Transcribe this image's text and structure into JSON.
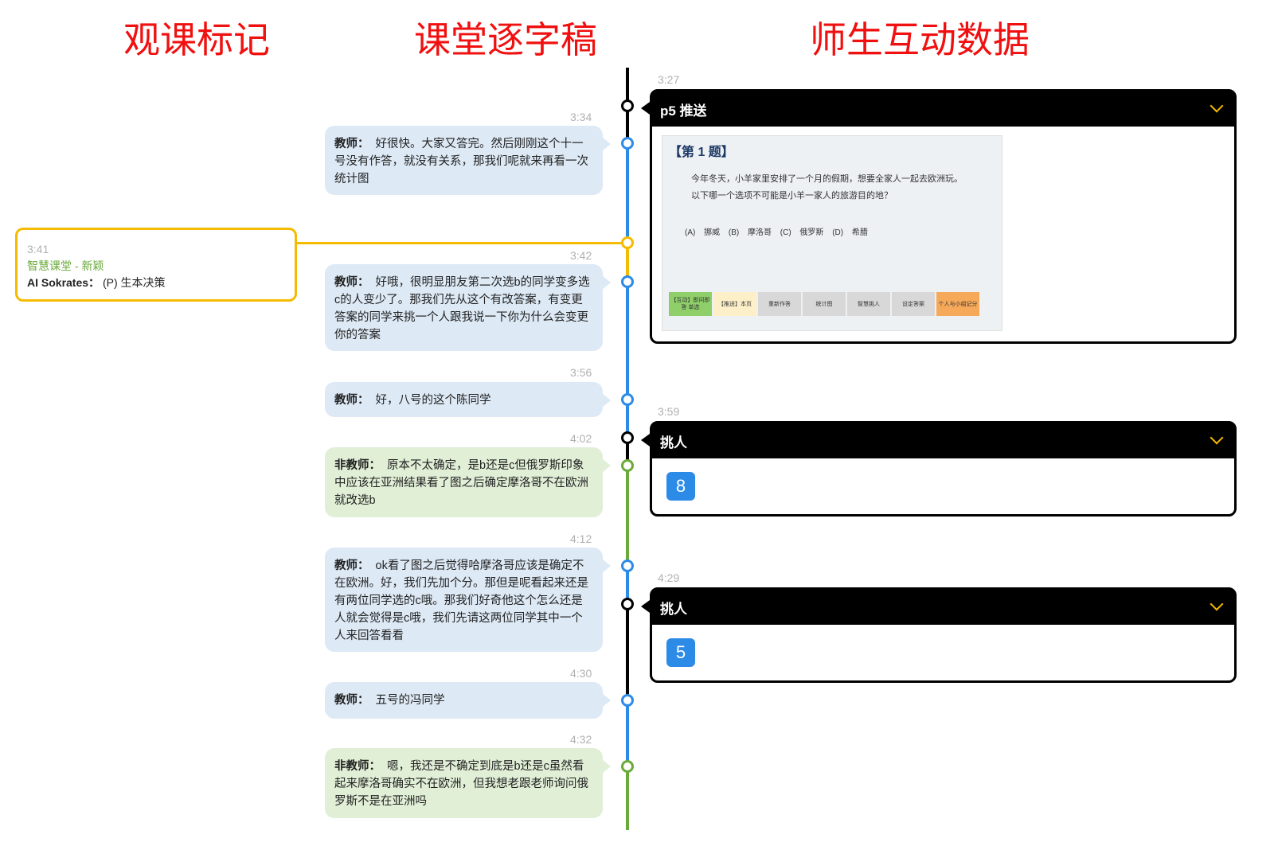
{
  "headers": {
    "marks": "观课标记",
    "transcript": "课堂逐字稿",
    "interaction": "师生互动数据"
  },
  "colors": {
    "teacher": "#2d8be8",
    "student": "#6aaa3a",
    "event": "#000000",
    "note": "#f5bb00",
    "header": "#f01010"
  },
  "note": {
    "time": "3:41",
    "source": "智慧课堂 - 新颖",
    "author": "AI Sokrates：",
    "text": "(P) 生本决策"
  },
  "transcript": [
    {
      "time": "3:34",
      "speaker": "教师：",
      "text": "好很快。大家又答完。然后刚刚这个十一号没有作答，就没有关系，那我们呢就来再看一次统计图",
      "role": "teacher"
    },
    {
      "time": "3:42",
      "speaker": "教师：",
      "text": "好哦，很明显朋友第二次选b的同学变多选c的人变少了。那我们先从这个有改答案，有变更答案的同学来挑一个人跟我说一下你为什么会变更你的答案",
      "role": "teacher"
    },
    {
      "time": "3:56",
      "speaker": "教师：",
      "text": "好，八号的这个陈同学",
      "role": "teacher"
    },
    {
      "time": "4:02",
      "speaker": "非教师：",
      "text": "原本不太确定，是b还是c但俄罗斯印象中应该在亚洲结果看了图之后确定摩洛哥不在欧洲就改选b",
      "role": "student"
    },
    {
      "time": "4:12",
      "speaker": "教师：",
      "text": "ok看了图之后觉得哈摩洛哥应该是确定不在欧洲。好，我们先加个分。那但是呢看起来还是有两位同学选的c哦。那我们好奇他这个怎么还是人就会觉得是c哦，我们先请这两位同学其中一个人来回答看看",
      "role": "teacher"
    },
    {
      "time": "4:30",
      "speaker": "教师：",
      "text": "五号的冯同学",
      "role": "teacher"
    },
    {
      "time": "4:32",
      "speaker": "非教师：",
      "text": "嗯，我还是不确定到底是b还是c虽然看起来摩洛哥确实不在欧洲，但我想老跟老师询问俄罗斯不是在亚洲吗",
      "role": "student"
    }
  ],
  "events": [
    {
      "time": "3:27",
      "title": "p5 推送",
      "slide": {
        "title": "【第 1 题】",
        "question_line1": "今年冬天，小羊家里安排了一个月的假期，想要全家人一起去欧洲玩。",
        "question_line2": "以下哪一个选项不可能是小羊一家人的旅游目的地？",
        "options": "(A) 挪威 (B) 摩洛哥 (C) 俄罗斯 (D) 希腊",
        "toolbar": [
          "【互动】即问即答 单选",
          "【推送】本页",
          "重新作答",
          "统计图",
          "智慧挑人",
          "设定答案",
          "个人与小组记分"
        ]
      }
    },
    {
      "time": "3:59",
      "title": "挑人",
      "value": "8"
    },
    {
      "time": "4:29",
      "title": "挑人",
      "value": "5"
    }
  ]
}
